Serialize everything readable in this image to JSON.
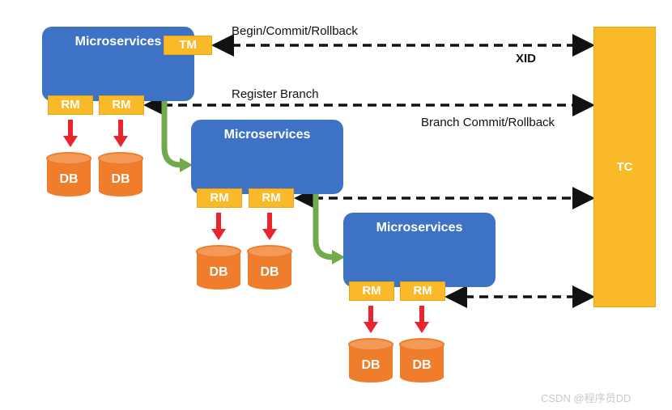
{
  "colors": {
    "service": "#3e72c4",
    "tag": "#f9b928",
    "db": "#ef7d2c",
    "red_arrow": "#e8252f",
    "green_arrow": "#72a94a",
    "dashed": "#111111"
  },
  "labels": {
    "begin_commit_rollback": "Begin/Commit/Rollback",
    "xid": "XID",
    "register_branch": "Register Branch",
    "branch_commit_rollback": "Branch Commit/Rollback"
  },
  "tc": {
    "label": "TC"
  },
  "services": [
    {
      "title": "Microservices",
      "tm": "TM",
      "rms": [
        "RM",
        "RM"
      ],
      "dbs": [
        "DB",
        "DB"
      ]
    },
    {
      "title": "Microservices",
      "rms": [
        "RM",
        "RM"
      ],
      "dbs": [
        "DB",
        "DB"
      ]
    },
    {
      "title": "Microservices",
      "rms": [
        "RM",
        "RM"
      ],
      "dbs": [
        "DB",
        "DB"
      ]
    }
  ],
  "watermark": "CSDN @程序员DD"
}
